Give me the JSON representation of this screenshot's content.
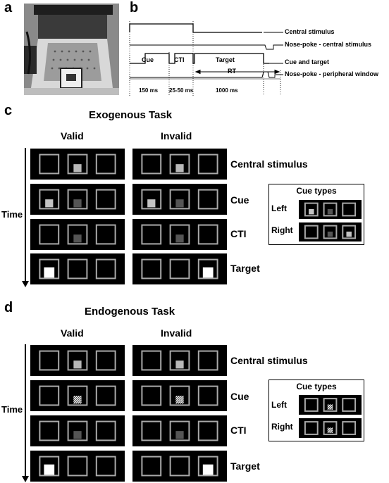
{
  "panels": {
    "a": "a",
    "b": "b",
    "c": "c",
    "d": "d"
  },
  "timeline": {
    "signals": [
      "Central stimulus",
      "Nose-poke - central stimulus",
      "Cue and target",
      "Nose-poke - peripheral window"
    ],
    "phases": [
      "Cue",
      "CTI",
      "Target"
    ],
    "rt_label": "RT",
    "durations": [
      "150 ms",
      "25-50 ms",
      "1000 ms"
    ]
  },
  "exogenous": {
    "title": "Exogenous Task",
    "columns": [
      "Valid",
      "Invalid"
    ],
    "rows": [
      "Central stimulus",
      "Cue",
      "CTI",
      "Target"
    ],
    "time_label": "Time",
    "cue_types": {
      "title": "Cue types",
      "rows": [
        "Left",
        "Right"
      ]
    }
  },
  "endogenous": {
    "title": "Endogenous Task",
    "columns": [
      "Valid",
      "Invalid"
    ],
    "rows": [
      "Central stimulus",
      "Cue",
      "CTI",
      "Target"
    ],
    "time_label": "Time",
    "cue_types": {
      "title": "Cue types",
      "rows": [
        "Left",
        "Right"
      ]
    }
  }
}
